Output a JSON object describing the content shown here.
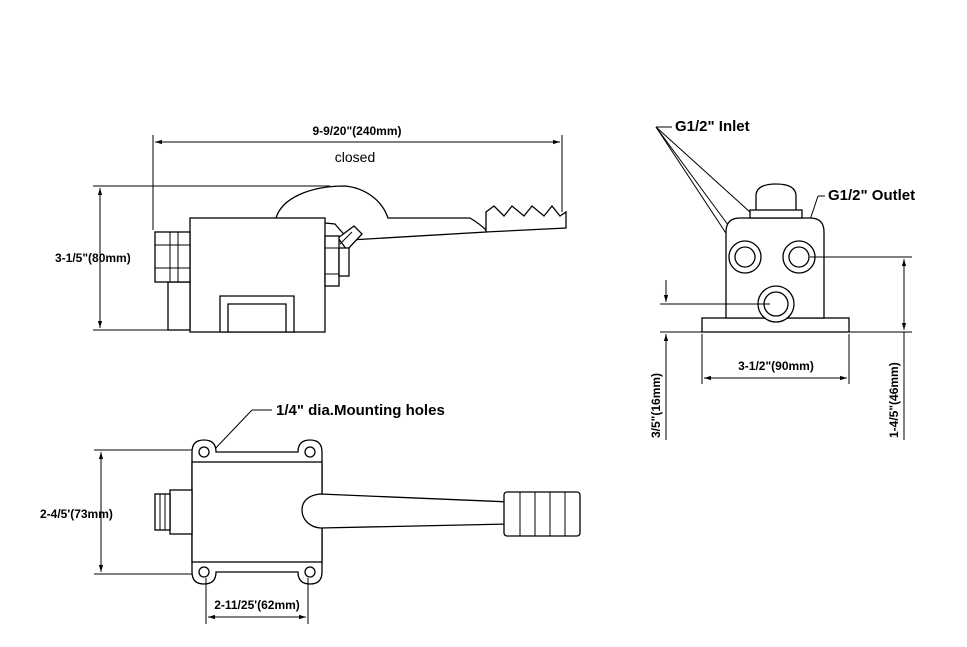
{
  "side_view": {
    "overall_length": "9-9/20\"(240mm)",
    "state_note": "closed",
    "height": "3-1/5\"(80mm)"
  },
  "top_view": {
    "mounting_holes": "1/4\" dia.Mounting holes",
    "width": "2-4/5'(73mm)",
    "hole_spacing": "2-11/25'(62mm)"
  },
  "end_view": {
    "inlet": "G1/2\" Inlet",
    "outlet": "G1/2\" Outlet",
    "base_width": "3-1/2\"(90mm)",
    "low_port_height": "3/5\"(16mm)",
    "high_port_height": "1-4/5\"(46mm)"
  }
}
